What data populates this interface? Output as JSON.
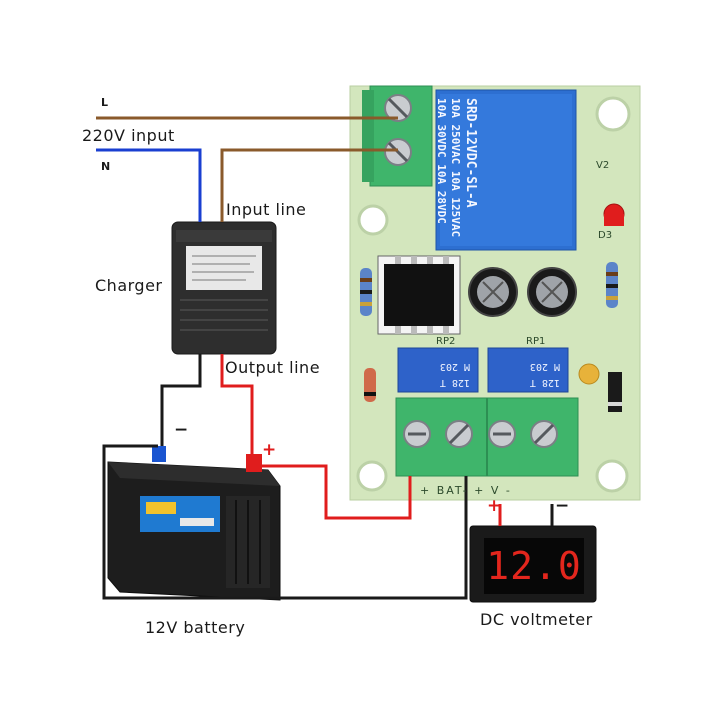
{
  "colors": {
    "live_wire": "#8a5a2b",
    "neutral_wire": "#1a3fd1",
    "positive_wire": "#e01d1d",
    "negative_wire": "#1a1a1a",
    "pcb": "#cfe3b8",
    "relay": "#2d6fd1",
    "terminal": "#3fb56b",
    "display_digits": "#e3261d"
  },
  "labels": {
    "mains_l": "L",
    "mains_n": "N",
    "mains_input": "220V input",
    "input_line": "Input line",
    "charger": "Charger",
    "output_line": "Output line",
    "battery": "12V battery",
    "voltmeter": "DC voltmeter"
  },
  "signs": {
    "battery_neg": "−",
    "battery_pos": "+",
    "vm_pos": "+",
    "vm_neg": "−"
  },
  "voltmeter": {
    "reading": "12.0"
  },
  "relay": {
    "line1": "SRD-12VDC-SL-A",
    "line2": "10A 250VAC 10A 125VAC",
    "line3": "10A 30VDC 10A 28VDC"
  },
  "board": {
    "terminal_label": "+ BAT-  + V -",
    "pot_rp1_label": "RP1",
    "pot_rp2_label": "RP2",
    "pot_text_a": "128 T",
    "pot_text_b": "M 203",
    "led_label": "D3",
    "v2_label": "V2"
  }
}
